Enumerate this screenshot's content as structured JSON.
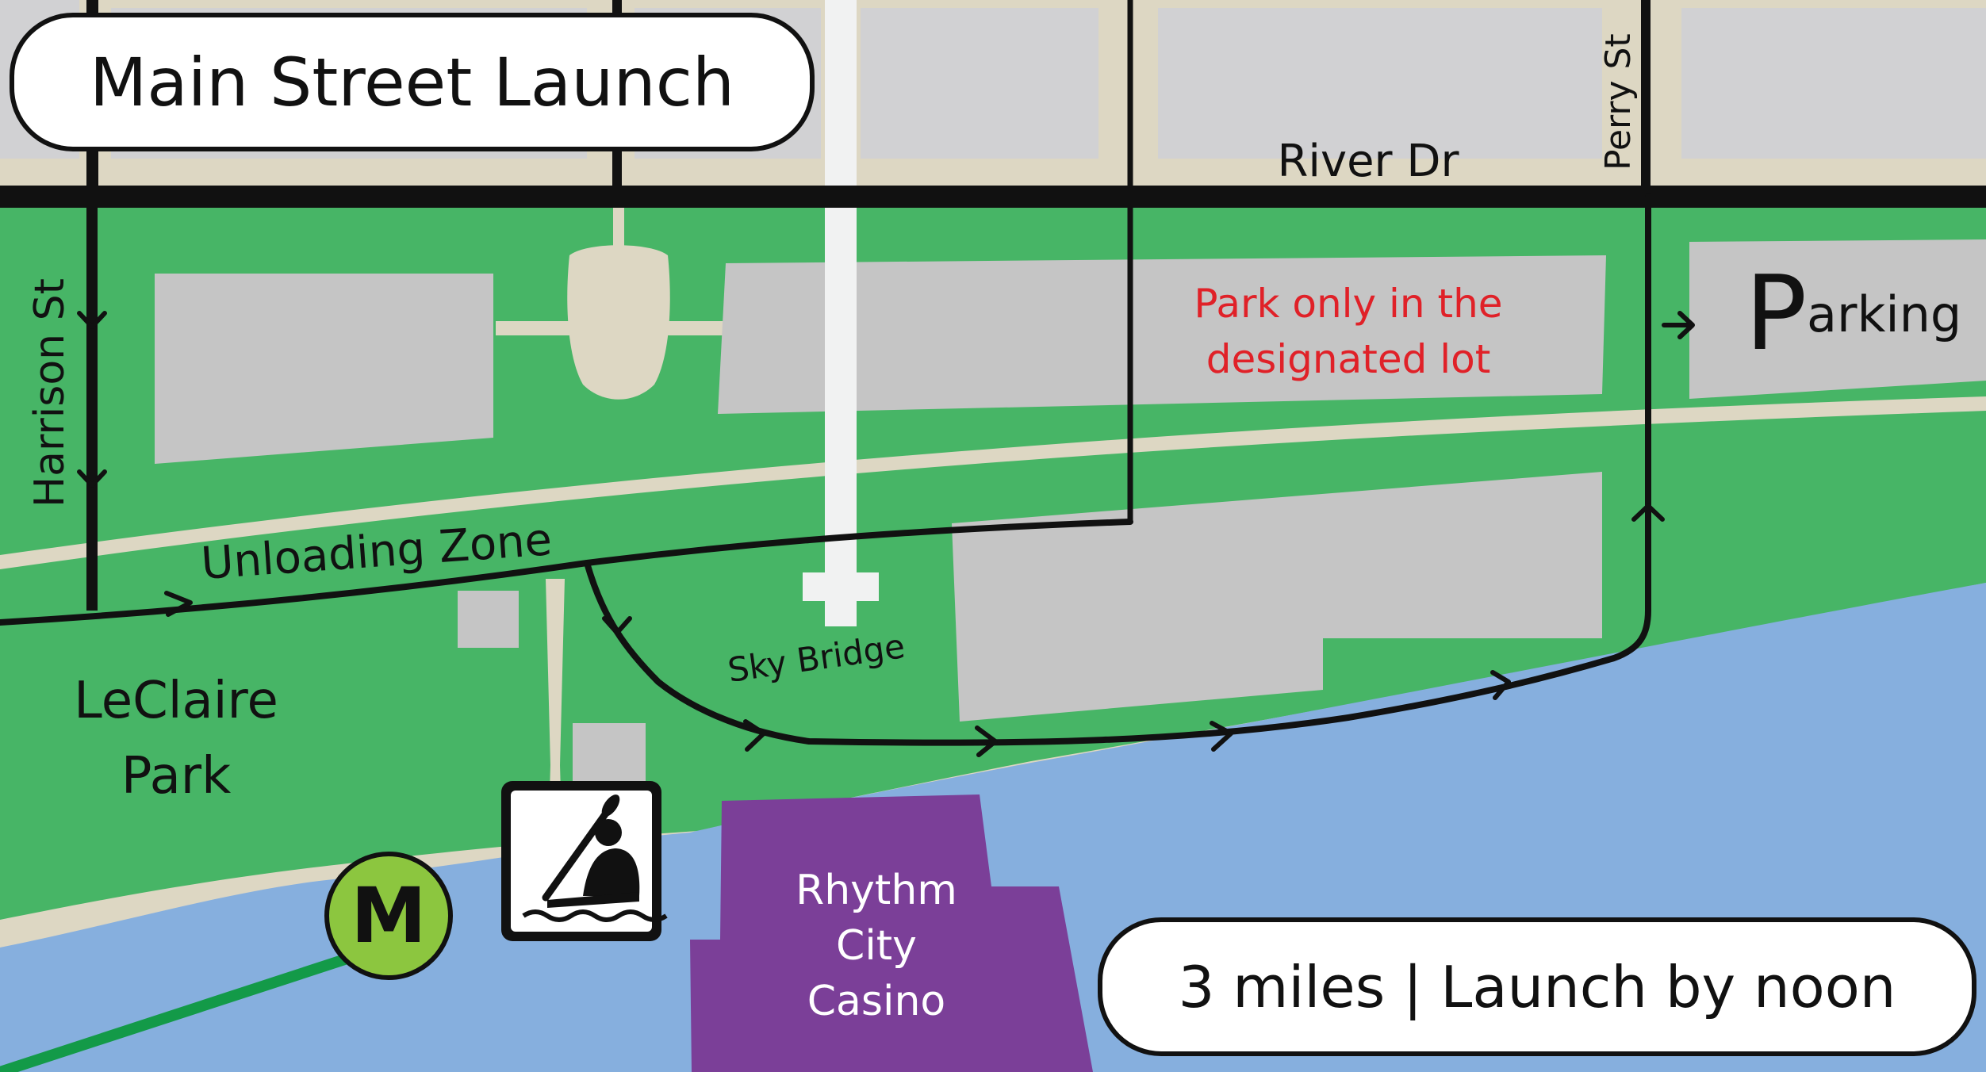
{
  "map": {
    "title": "Main Street Launch",
    "info": "3 miles | Launch by noon",
    "streets": {
      "harrison": "Harrison St",
      "river": "River Dr",
      "perry": "Perry St"
    },
    "labels": {
      "unloading_zone": "Unloading Zone",
      "sky_bridge": "Sky Bridge",
      "park_line1": "LeClaire",
      "park_line2": "Park",
      "parking_letter": "P",
      "parking_rest": "arking",
      "notice_line1": "Park only in the",
      "notice_line2": "designated lot",
      "casino_line1": "Rhythm",
      "casino_line2": "City",
      "casino_line3": "Casino",
      "metro_letter": "M"
    },
    "icons": [
      "kayak-icon",
      "metro-icon",
      "arrow-icon"
    ],
    "colors": {
      "park": "#47b566",
      "river": "#86afde",
      "building": "#c5c5c5",
      "block": "#d1d1d3",
      "sidewalk": "#ddd7c3",
      "road": "#111111",
      "casino": "#7b3f98",
      "notice": "#e02128",
      "metro": "#8cc63f",
      "sky_bridge": "#f1f2f2",
      "trail": "#139a48"
    }
  }
}
